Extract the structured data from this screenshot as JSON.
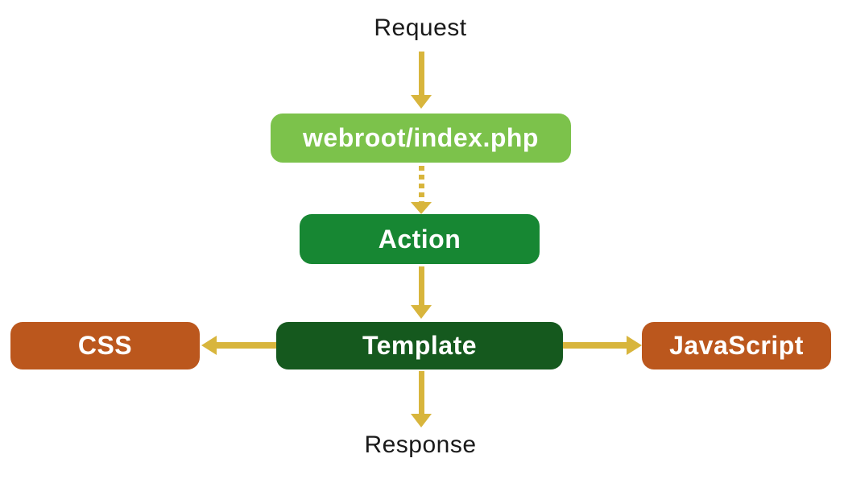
{
  "labels": {
    "request": "Request",
    "response": "Response"
  },
  "nodes": {
    "webroot": {
      "label": "webroot/index.php"
    },
    "action": {
      "label": "Action"
    },
    "template": {
      "label": "Template"
    },
    "css": {
      "label": "CSS"
    },
    "javascript": {
      "label": "JavaScript"
    }
  },
  "edges": [
    {
      "from": "Request",
      "to": "webroot/index.php",
      "style": "solid"
    },
    {
      "from": "webroot/index.php",
      "to": "Action",
      "style": "dotted"
    },
    {
      "from": "Action",
      "to": "Template",
      "style": "solid"
    },
    {
      "from": "Template",
      "to": "CSS",
      "style": "solid"
    },
    {
      "from": "Template",
      "to": "JavaScript",
      "style": "solid"
    },
    {
      "from": "Template",
      "to": "Response",
      "style": "solid"
    }
  ],
  "colors": {
    "light_green": "#7CC24B",
    "medium_green": "#178733",
    "dark_green": "#15591E",
    "orange": "#BB571D",
    "arrow_gold": "#D8B53C",
    "label_text": "#1A1A1A",
    "box_text": "#FFFFFF",
    "background": "#FFFFFF"
  }
}
